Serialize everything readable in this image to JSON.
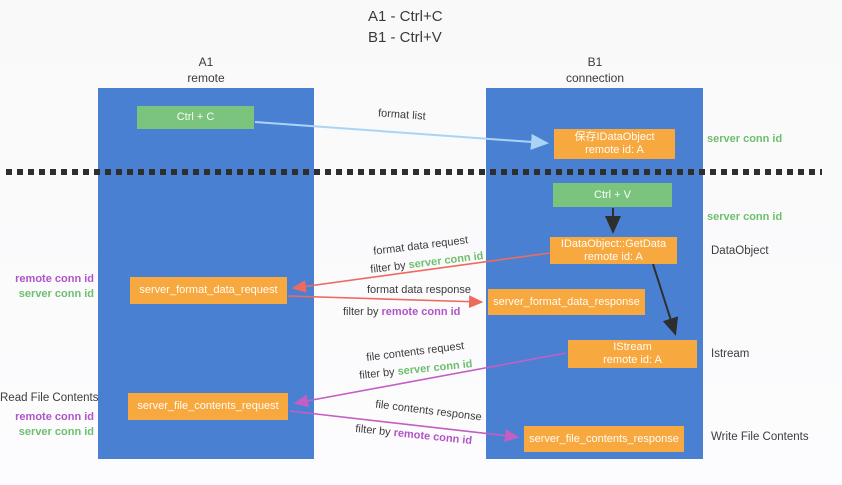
{
  "title": {
    "line1": "A1 - Ctrl+C",
    "line2": "B1 - Ctrl+V"
  },
  "columns": {
    "a": {
      "id": "A1",
      "role": "remote"
    },
    "b": {
      "id": "B1",
      "role": "connection"
    }
  },
  "nodes": {
    "ctrl_c": "Ctrl + C",
    "ctrl_v": "Ctrl + V",
    "save_idataobject": {
      "line1": "保存IDataObject",
      "line2": "remote id: A"
    },
    "getdata": {
      "line1": "IDataObject::GetData",
      "line2": "remote id: A"
    },
    "istream": {
      "line1": "IStream",
      "line2": "remote id: A"
    },
    "format_request": "server_format_data_request",
    "format_response": "server_format_data_response",
    "file_request": "server_file_contents_request",
    "file_response": "server_file_contents_response"
  },
  "arrow_labels": {
    "format_list": "format list",
    "format_data_request": "format data request",
    "format_data_response": "format data response",
    "file_contents_request": "file contents request",
    "file_contents_response": "file contents response",
    "filter_by": "filter by",
    "server_conn_id": "server conn id",
    "remote_conn_id": "remote conn id"
  },
  "side_labels": {
    "right": {
      "server_conn_id_top": "server conn id",
      "server_conn_id_mid": "server conn id",
      "dataobject": "DataObject",
      "istream": "Istream",
      "write_file_contents": "Write File Contents"
    },
    "left": {
      "remote_conn_id_top": "remote conn id",
      "server_conn_id_top": "server conn id",
      "read_file_contents": "Read File Contents",
      "remote_conn_id_bottom": "remote conn id",
      "server_conn_id_bottom": "server conn id"
    }
  },
  "colors": {
    "column_blue": "#4a80d2",
    "node_green": "#7bc47e",
    "node_orange": "#f7a83e",
    "arrow_light_blue": "#aad4f5",
    "arrow_red": "#ee6a5f",
    "arrow_magenta": "#c45ec4",
    "arrow_black": "#2e2e2e",
    "text_green": "#6dbf6d",
    "text_purple": "#b054c8",
    "text_dark": "#3c3c3c",
    "background": "#fafafa"
  }
}
